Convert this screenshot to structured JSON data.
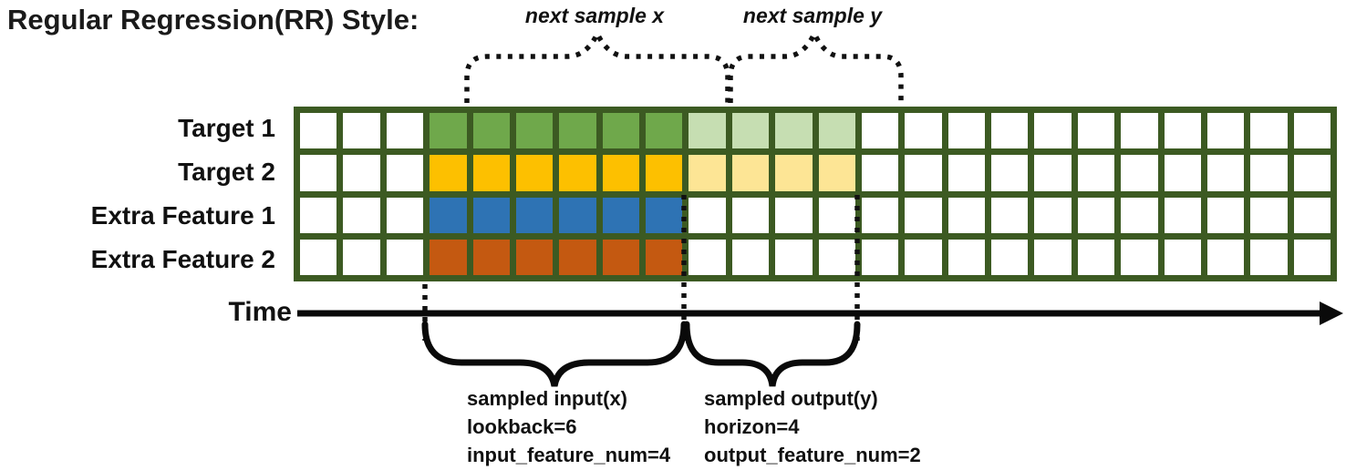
{
  "title": "Regular Regression(RR) Style:",
  "colors": {
    "grid_line": "#3C5A22",
    "cell_empty": "#FFFFFF",
    "annotation": "#000000",
    "target1_fill": "#6FA84B",
    "target1_horizon_fill": "#C6DEB2",
    "target2_fill": "#FDC000",
    "target2_horizon_fill": "#FDE595",
    "extra_feature1_fill": "#2E73B4",
    "extra_feature2_fill": "#C45911"
  },
  "grid": {
    "total_columns": 24,
    "total_rows": 4,
    "input_start_column": 3,
    "lookback": 6,
    "horizon": 4,
    "rows": [
      {
        "label": "Target 1",
        "fill": "#6FA84B",
        "horizon_fill": "#C6DEB2",
        "in_input": true,
        "in_output": true
      },
      {
        "label": "Target 2",
        "fill": "#FDC000",
        "horizon_fill": "#FDE595",
        "in_input": true,
        "in_output": true
      },
      {
        "label": "Extra Feature 1",
        "fill": "#2E73B4",
        "horizon_fill": null,
        "in_input": true,
        "in_output": false
      },
      {
        "label": "Extra Feature 2",
        "fill": "#C45911",
        "horizon_fill": null,
        "in_input": true,
        "in_output": false
      }
    ]
  },
  "annotations": {
    "next_sample_x": "next sample x",
    "next_sample_y": "next sample y",
    "time_label": "Time",
    "sampled_input": {
      "lines": [
        "sampled input(x)",
        "lookback=6",
        "input_feature_num=4"
      ]
    },
    "sampled_output": {
      "lines": [
        "sampled output(y)",
        "horizon=4",
        "output_feature_num=2"
      ]
    }
  }
}
